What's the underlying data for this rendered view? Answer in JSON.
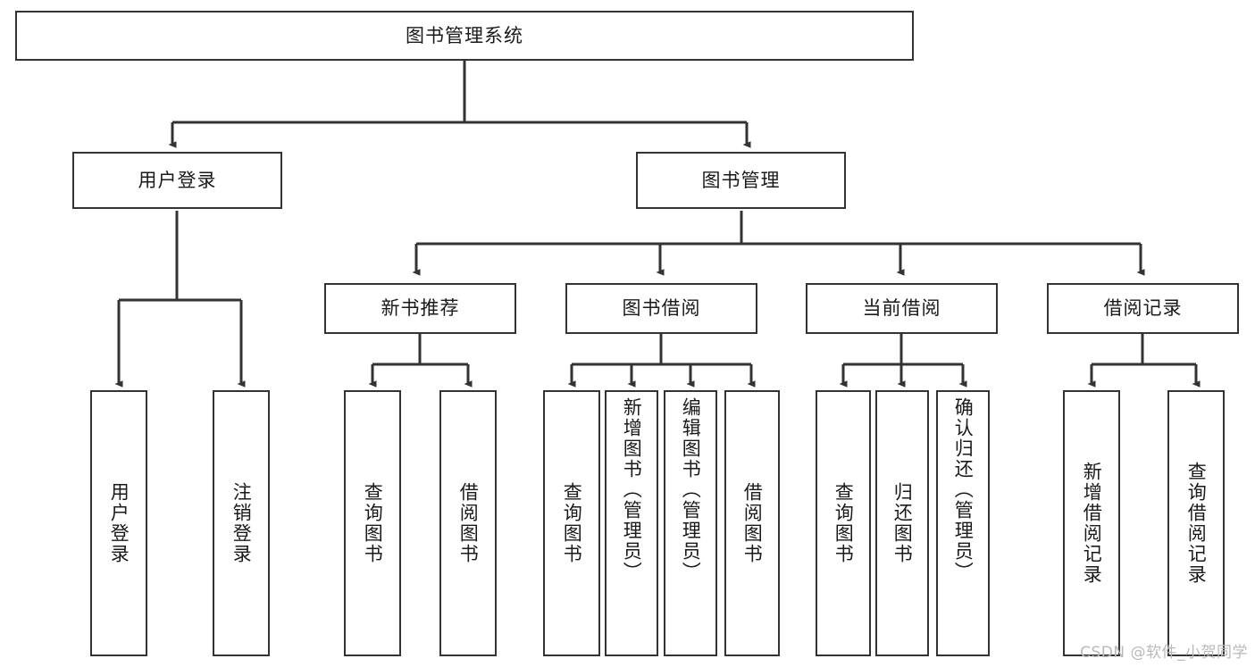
{
  "diagram": {
    "title": "图书管理系统",
    "type": "tree-hierarchy",
    "watermark": "CSDN @软件_小贺同学",
    "colors": {
      "box_border": "#333333",
      "box_fill": "#ffffff",
      "edge": "#333333",
      "text": "#1a1a1a",
      "watermark": "#b9b9b9"
    },
    "root": {
      "label": "图书管理系统"
    },
    "level2": [
      {
        "label": "用户登录"
      },
      {
        "label": "图书管理"
      }
    ],
    "level3": [
      {
        "label": "新书推荐"
      },
      {
        "label": "图书借阅"
      },
      {
        "label": "当前借阅"
      },
      {
        "label": "借阅记录"
      }
    ],
    "leaves": {
      "user_login": [
        {
          "label": "用户登录"
        },
        {
          "label": "注销登录"
        }
      ],
      "new_book_recommend": [
        {
          "label": "查询图书"
        },
        {
          "label": "借阅图书"
        }
      ],
      "book_borrow": [
        {
          "label": "查询图书"
        },
        {
          "label": "新增图书（管理员）"
        },
        {
          "label": "编辑图书（管理员）"
        },
        {
          "label": "借阅图书"
        }
      ],
      "current_borrow": [
        {
          "label": "查询图书"
        },
        {
          "label": "归还图书"
        },
        {
          "label": "确认归还（管理员）"
        }
      ],
      "borrow_record": [
        {
          "label": "新增借阅记录"
        },
        {
          "label": "查询借阅记录"
        }
      ]
    }
  }
}
